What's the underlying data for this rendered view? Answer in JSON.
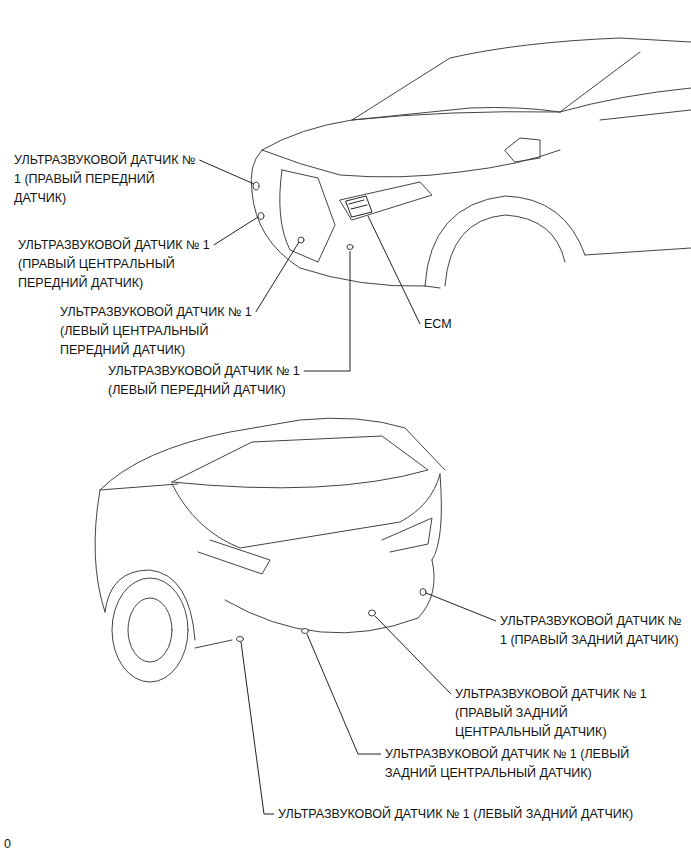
{
  "diagram": {
    "labels": [
      "УЛЬТРАЗВУКОВОЙ ДАТЧИК № 1 (ПРАВЫЙ ПЕРЕДНИЙ ДАТЧИК)",
      "УЛЬТРАЗВУКОВОЙ ДАТЧИК № 1 (ПРАВЫЙ ЦЕНТРАЛЬНЫЙ ПЕРЕДНИЙ ДАТЧИК)",
      "УЛЬТРАЗВУКОВОЙ ДАТЧИК № 1 (ЛЕВЫЙ ЦЕНТРАЛЬНЫЙ ПЕРЕДНИЙ ДАТЧИК)",
      "УЛЬТРАЗВУКОВОЙ ДАТЧИК № 1 (ЛЕВЫЙ ПЕРЕДНИЙ ДАТЧИК)",
      "ECM",
      "УЛЬТРАЗВУКОВОЙ ДАТЧИК № 1 (ПРАВЫЙ ЗАДНИЙ ДАТЧИК)",
      "УЛЬТРАЗВУКОВОЙ ДАТЧИК № 1 (ПРАВЫЙ ЗАДНИЙ ЦЕНТРАЛЬНЫЙ ДАТЧИК)",
      "УЛЬТРАЗВУКОВОЙ ДАТЧИК № 1 (ЛЕВЫЙ ЗАДНИЙ ЦЕНТРАЛЬНЫЙ ДАТЧИК)",
      "УЛЬТРАЗВУКОВОЙ ДАТЧИК № 1 (ЛЕВЫЙ ЗАДНИЙ ДАТЧИК)",
      "0"
    ]
  }
}
